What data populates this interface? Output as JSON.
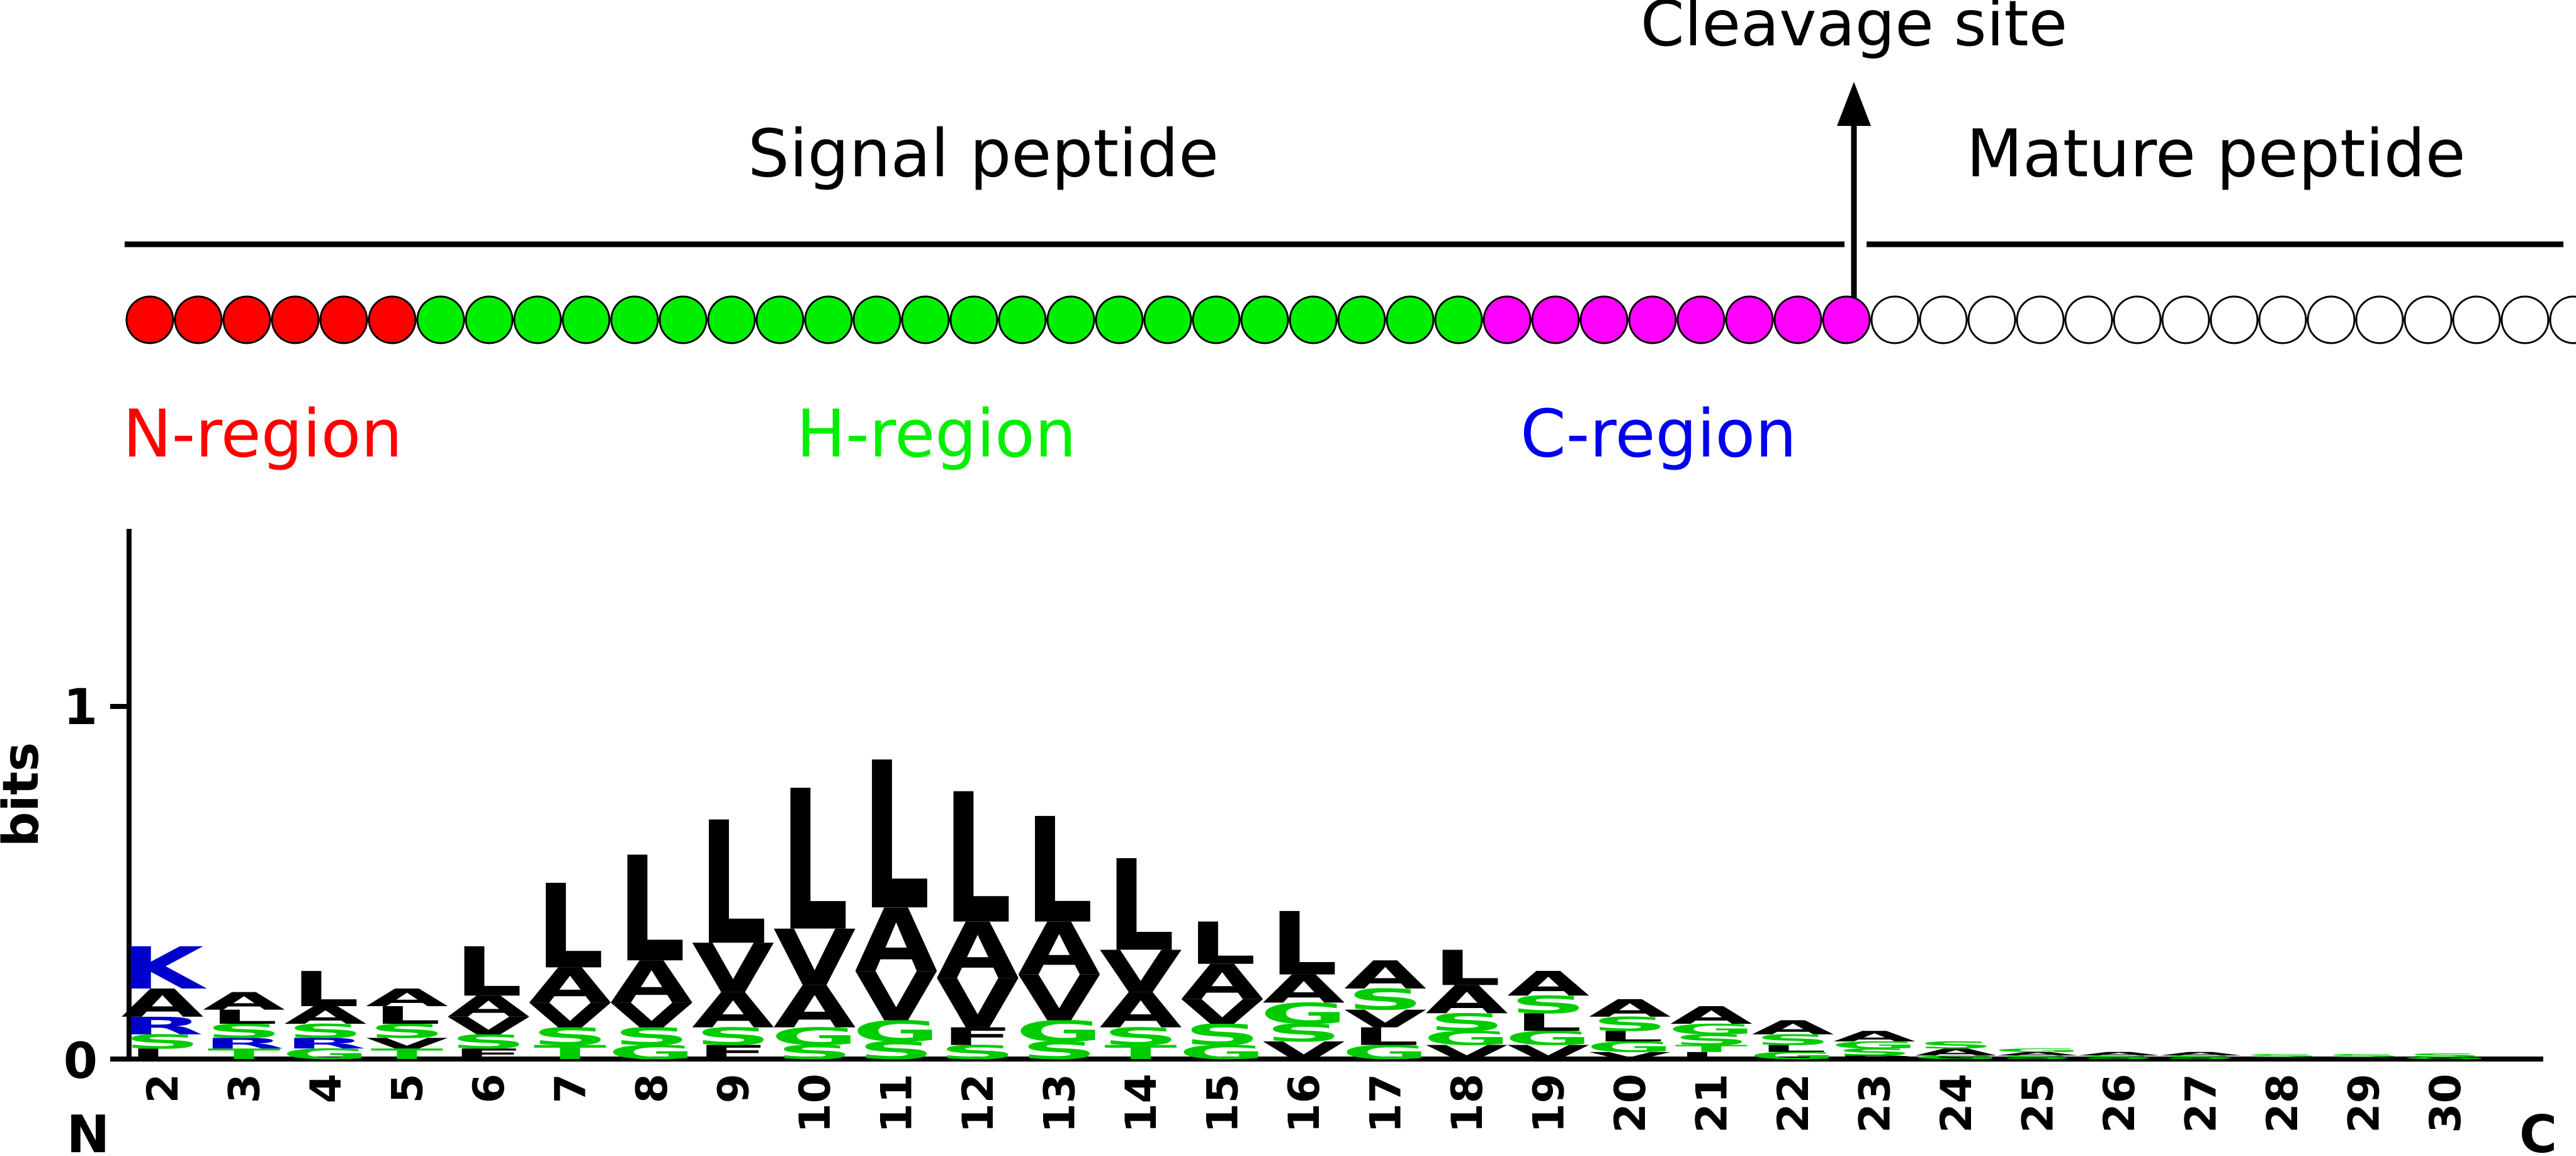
{
  "title": "",
  "labels": {
    "cleavage_site": "Cleavage site",
    "signal_peptide": "Signal peptide",
    "mature_peptide": "Mature peptide",
    "n_region": "N-region",
    "h_region": "H-region",
    "c_region": "C-region"
  },
  "colors": {
    "n_region": "#ff0000",
    "h_region": "#00ee00",
    "c_region": "#ff00ff",
    "c_region_label": "#0000ee",
    "mature": "#ffffff",
    "hydrophobic": "#000000",
    "polar": "#00cc00",
    "basic": "#0000cc",
    "acidic": "#cc0000"
  },
  "residues": {
    "n_region_count": 6,
    "h_region_count": 22,
    "c_region_count": 8,
    "mature_count": 15
  },
  "logo": {
    "ylabel": "bits",
    "yticks": [
      "0",
      "1"
    ],
    "ylim": [
      0,
      1.5
    ],
    "left_end": "N",
    "right_end": "C",
    "positions": [
      "2",
      "3",
      "4",
      "5",
      "6",
      "7",
      "8",
      "9",
      "10",
      "11",
      "12",
      "13",
      "14",
      "15",
      "16",
      "17",
      "18",
      "19",
      "20",
      "21",
      "22",
      "23",
      "24",
      "25",
      "26",
      "27",
      "28",
      "29",
      "30"
    ],
    "columns": [
      {
        "pos": "2",
        "stack": [
          [
            "K",
            0.12,
            "basic"
          ],
          [
            "A",
            0.08,
            "hydrophobic"
          ],
          [
            "R",
            0.05,
            "basic"
          ],
          [
            "S",
            0.04,
            "polar"
          ],
          [
            "L",
            0.03,
            "hydrophobic"
          ]
        ]
      },
      {
        "pos": "3",
        "stack": [
          [
            "A",
            0.05,
            "hydrophobic"
          ],
          [
            "S",
            0.04,
            "polar"
          ],
          [
            "L",
            0.04,
            "hydrophobic"
          ],
          [
            "T",
            0.03,
            "polar"
          ],
          [
            "R",
            0.03,
            "basic"
          ]
        ]
      },
      {
        "pos": "4",
        "stack": [
          [
            "L",
            0.1,
            "hydrophobic"
          ],
          [
            "A",
            0.05,
            "hydrophobic"
          ],
          [
            "S",
            0.04,
            "polar"
          ],
          [
            "G",
            0.03,
            "polar"
          ],
          [
            "R",
            0.03,
            "basic"
          ]
        ]
      },
      {
        "pos": "5",
        "stack": [
          [
            "L",
            0.05,
            "hydrophobic"
          ],
          [
            "A",
            0.05,
            "hydrophobic"
          ],
          [
            "S",
            0.04,
            "polar"
          ],
          [
            "T",
            0.03,
            "polar"
          ],
          [
            "V",
            0.03,
            "hydrophobic"
          ]
        ]
      },
      {
        "pos": "6",
        "stack": [
          [
            "L",
            0.14,
            "hydrophobic"
          ],
          [
            "A",
            0.06,
            "hydrophobic"
          ],
          [
            "V",
            0.05,
            "hydrophobic"
          ],
          [
            "S",
            0.04,
            "polar"
          ],
          [
            "F",
            0.03,
            "hydrophobic"
          ]
        ]
      },
      {
        "pos": "7",
        "stack": [
          [
            "L",
            0.24,
            "hydrophobic"
          ],
          [
            "A",
            0.1,
            "hydrophobic"
          ],
          [
            "V",
            0.07,
            "hydrophobic"
          ],
          [
            "S",
            0.05,
            "polar"
          ],
          [
            "T",
            0.04,
            "polar"
          ]
        ]
      },
      {
        "pos": "8",
        "stack": [
          [
            "L",
            0.3,
            "hydrophobic"
          ],
          [
            "A",
            0.12,
            "hydrophobic"
          ],
          [
            "V",
            0.07,
            "hydrophobic"
          ],
          [
            "S",
            0.05,
            "polar"
          ],
          [
            "G",
            0.04,
            "polar"
          ]
        ]
      },
      {
        "pos": "9",
        "stack": [
          [
            "L",
            0.35,
            "hydrophobic"
          ],
          [
            "V",
            0.14,
            "hydrophobic"
          ],
          [
            "A",
            0.1,
            "hydrophobic"
          ],
          [
            "S",
            0.05,
            "polar"
          ],
          [
            "F",
            0.04,
            "hydrophobic"
          ]
        ]
      },
      {
        "pos": "10",
        "stack": [
          [
            "L",
            0.4,
            "hydrophobic"
          ],
          [
            "V",
            0.16,
            "hydrophobic"
          ],
          [
            "A",
            0.12,
            "hydrophobic"
          ],
          [
            "G",
            0.05,
            "polar"
          ],
          [
            "S",
            0.04,
            "polar"
          ]
        ]
      },
      {
        "pos": "11",
        "stack": [
          [
            "L",
            0.42,
            "hydrophobic"
          ],
          [
            "A",
            0.18,
            "hydrophobic"
          ],
          [
            "V",
            0.14,
            "hydrophobic"
          ],
          [
            "G",
            0.06,
            "polar"
          ],
          [
            "S",
            0.05,
            "polar"
          ]
        ]
      },
      {
        "pos": "12",
        "stack": [
          [
            "L",
            0.37,
            "hydrophobic"
          ],
          [
            "A",
            0.16,
            "hydrophobic"
          ],
          [
            "V",
            0.14,
            "hydrophobic"
          ],
          [
            "F",
            0.05,
            "hydrophobic"
          ],
          [
            "S",
            0.04,
            "polar"
          ]
        ]
      },
      {
        "pos": "13",
        "stack": [
          [
            "L",
            0.3,
            "hydrophobic"
          ],
          [
            "A",
            0.15,
            "hydrophobic"
          ],
          [
            "V",
            0.13,
            "hydrophobic"
          ],
          [
            "G",
            0.06,
            "polar"
          ],
          [
            "S",
            0.05,
            "polar"
          ]
        ]
      },
      {
        "pos": "14",
        "stack": [
          [
            "L",
            0.26,
            "hydrophobic"
          ],
          [
            "V",
            0.12,
            "hydrophobic"
          ],
          [
            "A",
            0.1,
            "hydrophobic"
          ],
          [
            "S",
            0.05,
            "polar"
          ],
          [
            "T",
            0.04,
            "polar"
          ]
        ]
      },
      {
        "pos": "15",
        "stack": [
          [
            "L",
            0.12,
            "hydrophobic"
          ],
          [
            "A",
            0.1,
            "hydrophobic"
          ],
          [
            "V",
            0.07,
            "hydrophobic"
          ],
          [
            "S",
            0.06,
            "polar"
          ],
          [
            "G",
            0.04,
            "polar"
          ]
        ]
      },
      {
        "pos": "16",
        "stack": [
          [
            "L",
            0.18,
            "hydrophobic"
          ],
          [
            "A",
            0.08,
            "hydrophobic"
          ],
          [
            "G",
            0.06,
            "polar"
          ],
          [
            "V",
            0.05,
            "hydrophobic"
          ],
          [
            "S",
            0.05,
            "polar"
          ]
        ]
      },
      {
        "pos": "17",
        "stack": [
          [
            "L",
            0.05,
            "hydrophobic"
          ],
          [
            "A",
            0.08,
            "hydrophobic"
          ],
          [
            "S",
            0.06,
            "polar"
          ],
          [
            "V",
            0.05,
            "hydrophobic"
          ],
          [
            "G",
            0.04,
            "polar"
          ]
        ]
      },
      {
        "pos": "18",
        "stack": [
          [
            "L",
            0.1,
            "hydrophobic"
          ],
          [
            "A",
            0.08,
            "hydrophobic"
          ],
          [
            "S",
            0.05,
            "polar"
          ],
          [
            "V",
            0.04,
            "hydrophobic"
          ],
          [
            "G",
            0.04,
            "polar"
          ]
        ]
      },
      {
        "pos": "19",
        "stack": [
          [
            "A",
            0.07,
            "hydrophobic"
          ],
          [
            "L",
            0.05,
            "hydrophobic"
          ],
          [
            "S",
            0.05,
            "polar"
          ],
          [
            "V",
            0.04,
            "hydrophobic"
          ],
          [
            "G",
            0.04,
            "polar"
          ]
        ]
      },
      {
        "pos": "20",
        "stack": [
          [
            "A",
            0.05,
            "hydrophobic"
          ],
          [
            "S",
            0.04,
            "polar"
          ],
          [
            "G",
            0.03,
            "polar"
          ],
          [
            "L",
            0.03,
            "hydrophobic"
          ],
          [
            "V",
            0.02,
            "hydrophobic"
          ]
        ]
      },
      {
        "pos": "21",
        "stack": [
          [
            "A",
            0.05,
            "hydrophobic"
          ],
          [
            "S",
            0.03,
            "polar"
          ],
          [
            "G",
            0.03,
            "polar"
          ],
          [
            "L",
            0.02,
            "hydrophobic"
          ],
          [
            "T",
            0.02,
            "polar"
          ]
        ]
      },
      {
        "pos": "22",
        "stack": [
          [
            "A",
            0.04,
            "hydrophobic"
          ],
          [
            "S",
            0.03,
            "polar"
          ],
          [
            "G",
            0.02,
            "polar"
          ],
          [
            "L",
            0.02,
            "hydrophobic"
          ]
        ]
      },
      {
        "pos": "23",
        "stack": [
          [
            "A",
            0.03,
            "hydrophobic"
          ],
          [
            "S",
            0.02,
            "polar"
          ],
          [
            "G",
            0.02,
            "polar"
          ],
          [
            "P",
            0.01,
            "hydrophobic"
          ]
        ]
      },
      {
        "pos": "24",
        "stack": [
          [
            "A",
            0.02,
            "hydrophobic"
          ],
          [
            "S",
            0.02,
            "polar"
          ],
          [
            "G",
            0.01,
            "polar"
          ]
        ]
      },
      {
        "pos": "25",
        "stack": [
          [
            "S",
            0.01,
            "polar"
          ],
          [
            "A",
            0.01,
            "hydrophobic"
          ],
          [
            "G",
            0.01,
            "polar"
          ]
        ]
      },
      {
        "pos": "26",
        "stack": [
          [
            "S",
            0.01,
            "polar"
          ],
          [
            "A",
            0.01,
            "hydrophobic"
          ]
        ]
      },
      {
        "pos": "27",
        "stack": [
          [
            "S",
            0.01,
            "polar"
          ],
          [
            "A",
            0.01,
            "hydrophobic"
          ]
        ]
      },
      {
        "pos": "28",
        "stack": [
          [
            "S",
            0.008,
            "polar"
          ],
          [
            "A",
            0.006,
            "hydrophobic"
          ]
        ]
      },
      {
        "pos": "29",
        "stack": [
          [
            "S",
            0.008,
            "polar"
          ],
          [
            "A",
            0.006,
            "hydrophobic"
          ]
        ]
      },
      {
        "pos": "30",
        "stack": [
          [
            "S",
            0.01,
            "polar"
          ],
          [
            "G",
            0.006,
            "polar"
          ]
        ]
      }
    ]
  }
}
